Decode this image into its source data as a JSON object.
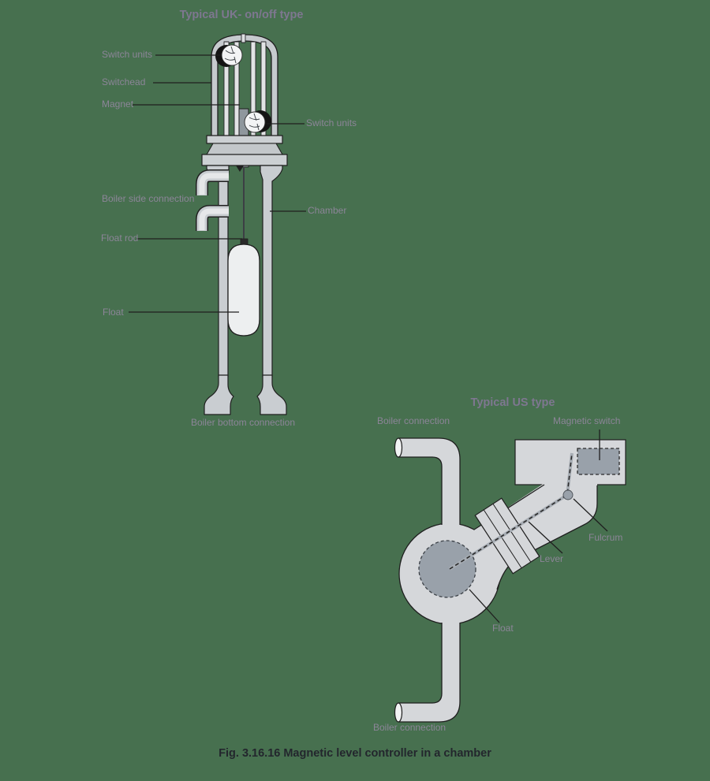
{
  "page": {
    "caption": "Fig. 3.16.16 Magnetic level controller in a chamber"
  },
  "uk_diagram": {
    "title": "Typical UK- on/off type",
    "labels": {
      "switch_units_top": "Switch units",
      "switchhead": "Switchead",
      "magnet": "Magnet",
      "switch_units_lower": "Switch units",
      "boiler_side_connection": "Boiler side connection",
      "float_rod": "Float rod",
      "chamber": "Chamber",
      "float": "Float",
      "boiler_bottom_connection": "Boiler bottom connection"
    }
  },
  "us_diagram": {
    "title": "Typical US type",
    "labels": {
      "boiler_connection_top": "Boiler connection",
      "magnetic_switch": "Magnetic switch",
      "fulcrum": "Fulcrum",
      "lever": "Lever",
      "float": "Float",
      "boiler_connection_bottom": "Boiler connection"
    }
  },
  "colors": {
    "background": "#47704F",
    "label_text": "#8C8598",
    "title_text": "#7E7790",
    "caption_text": "#23262D",
    "part_fill_light": "#D5D7DA",
    "part_fill_mid": "#C9CDD1",
    "part_fill_dark": "#99A1AA",
    "outline": "#1F1F1F"
  }
}
